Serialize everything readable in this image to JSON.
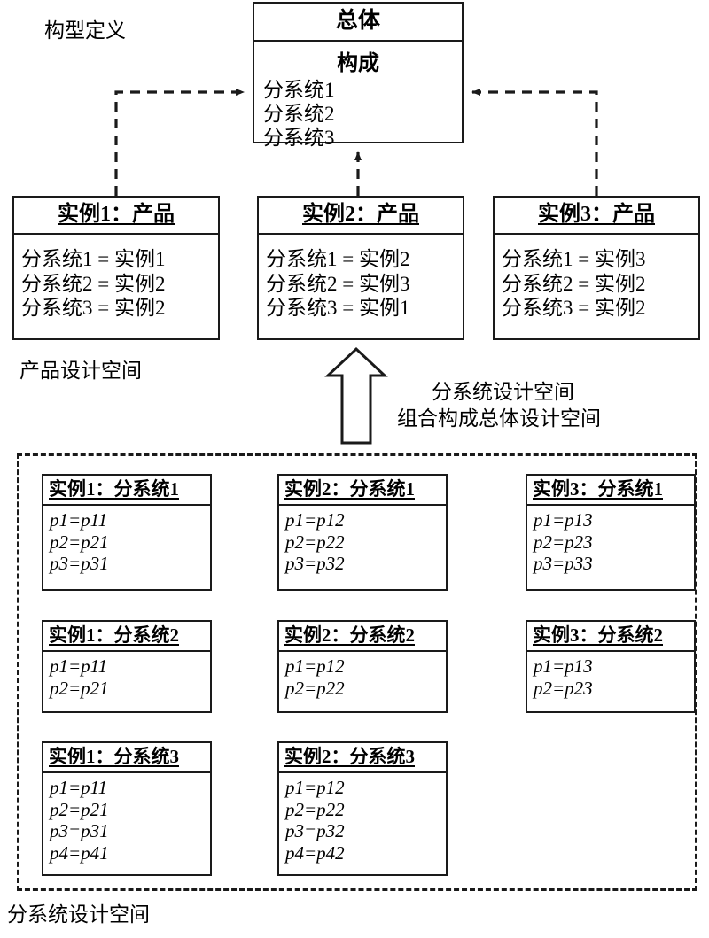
{
  "diagram": {
    "labels": {
      "config_definition": "构型定义",
      "product_design_space": "产品设计空间",
      "subsystem_design_space_line1": "分系统设计空间",
      "subsystem_design_space_line2": "组合构成总体设计空间",
      "subsystem_design_space_bottom": "分系统设计空间"
    },
    "overall": {
      "title": "总体",
      "composition_header": "构成",
      "items": [
        "分系统1",
        "分系统2",
        "分系统3"
      ]
    },
    "products": [
      {
        "title": "实例1：产品",
        "assignments": [
          "分系统1 = 实例1",
          "分系统2 = 实例2",
          "分系统3 = 实例2"
        ]
      },
      {
        "title": "实例2：产品",
        "assignments": [
          "分系统1 = 实例2",
          "分系统2 = 实例3",
          "分系统3 = 实例1"
        ]
      },
      {
        "title": "实例3：产品",
        "assignments": [
          "分系统1 = 实例3",
          "分系统2 = 实例2",
          "分系统3 = 实例2"
        ]
      }
    ],
    "subsystems": [
      {
        "title": "实例1：分系统1",
        "params": [
          "p1=p11",
          "p2=p21",
          "p3=p31"
        ],
        "col": 0,
        "row": 0
      },
      {
        "title": "实例2：分系统1",
        "params": [
          "p1=p12",
          "p2=p22",
          "p3=p32"
        ],
        "col": 1,
        "row": 0
      },
      {
        "title": "实例3：分系统1",
        "params": [
          "p1=p13",
          "p2=p23",
          "p3=p33"
        ],
        "col": 2,
        "row": 0
      },
      {
        "title": "实例1：分系统2",
        "params": [
          "p1=p11",
          "p2=p21"
        ],
        "col": 0,
        "row": 1
      },
      {
        "title": "实例2：分系统2",
        "params": [
          "p1=p12",
          "p2=p22"
        ],
        "col": 1,
        "row": 1
      },
      {
        "title": "实例3：分系统2",
        "params": [
          "p1=p13",
          "p2=p23"
        ],
        "col": 2,
        "row": 1
      },
      {
        "title": "实例1：分系统3",
        "params": [
          "p1=p11",
          "p2=p21",
          "p3=p31",
          "p4=p41"
        ],
        "col": 0,
        "row": 2
      },
      {
        "title": "实例2：分系统3",
        "params": [
          "p1=p12",
          "p2=p22",
          "p3=p32",
          "p4=p42"
        ],
        "col": 1,
        "row": 2
      }
    ],
    "colors": {
      "line": "#1a1a1a",
      "background": "#ffffff",
      "text": "#000000"
    }
  }
}
